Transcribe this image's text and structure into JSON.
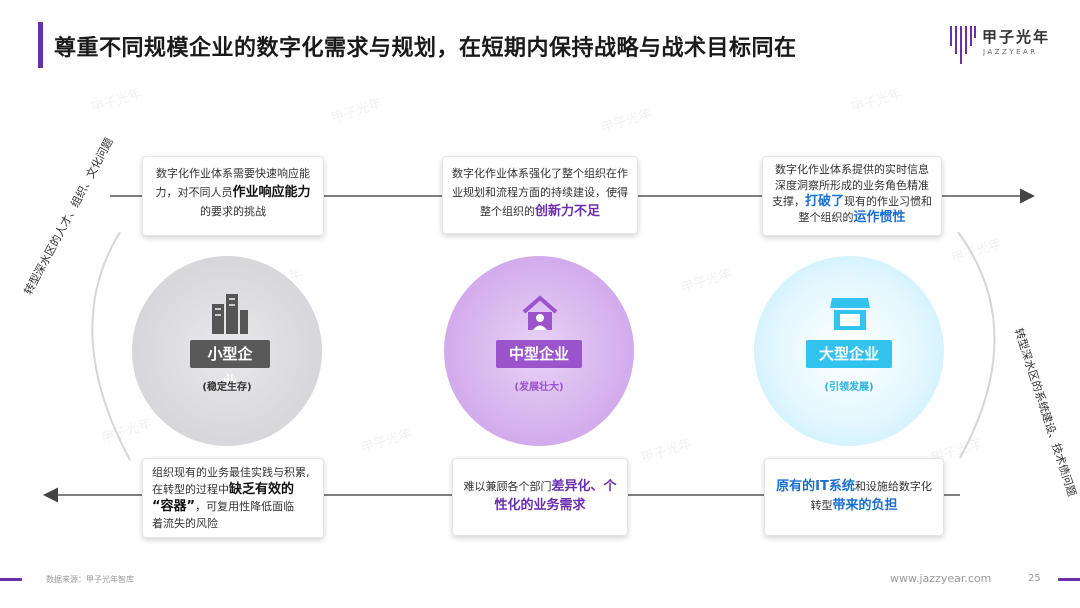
{
  "title": "尊重不同规模企业的数字化需求与规划，在短期内保持战略与战术目标同在",
  "logo": {
    "cn": "甲子光年",
    "en": "JAZZYEAR"
  },
  "watermark_text": "甲子光年",
  "top_cards": {
    "left": {
      "p1": "数字化作业体系需要快速响应能",
      "p2": "力，对不同人员",
      "em": "作业响应能力",
      "p3": "的要求的挑战"
    },
    "mid": {
      "p1": "数字化作业体系强化了整个组织在作",
      "p2": "业规划和流程方面的持续建设，使得",
      "p3": "整个组织的",
      "em": "创新力不足"
    },
    "right": {
      "p1": "数字化作业体系提供的实时信息",
      "p2": "深度洞察所形成的业务角色精准",
      "p3": "支撑，",
      "em": "打破了",
      "p4": "现有的作业习惯和",
      "p5": "整个组织的",
      "em2": "运作惯性"
    }
  },
  "bottom_cards": {
    "left": {
      "p1": "组织现有的业务最佳实践与积累,",
      "p2": "在转型的过程中",
      "em": "缺乏有效的",
      "em2": "“容器”",
      "p3": "，可复用性降低面临",
      "p4": "着流失的风险"
    },
    "mid": {
      "p1": "难以兼顾各个部门",
      "em": "差异化、个",
      "em2": "性化的业务需求"
    },
    "right": {
      "em": "原有的IT系统",
      "p1": "和设施给数字化",
      "p2": "转型",
      "em2": "带来的负担"
    }
  },
  "circles": {
    "small": {
      "label": "小型企业",
      "sub": "(稳定生存)",
      "icon": "buildings-icon"
    },
    "mid": {
      "label": "中型企业",
      "sub": "(发展壮大)",
      "icon": "house-person-icon"
    },
    "large": {
      "label": "大型企业",
      "sub": "(引领发展)",
      "icon": "storefront-icon"
    }
  },
  "side_labels": {
    "left": "转型深水区的人才、组织、文化问题",
    "right": "转型深水区的系统建设、技术债问题"
  },
  "footer": {
    "source": "数据来源：甲子光年智库",
    "url": "www.jazzyear.com",
    "page": "25"
  },
  "colors": {
    "accent": "#6b2fa8",
    "small": "#595959",
    "mid": "#9b54cc",
    "large": "#33c3ef"
  }
}
